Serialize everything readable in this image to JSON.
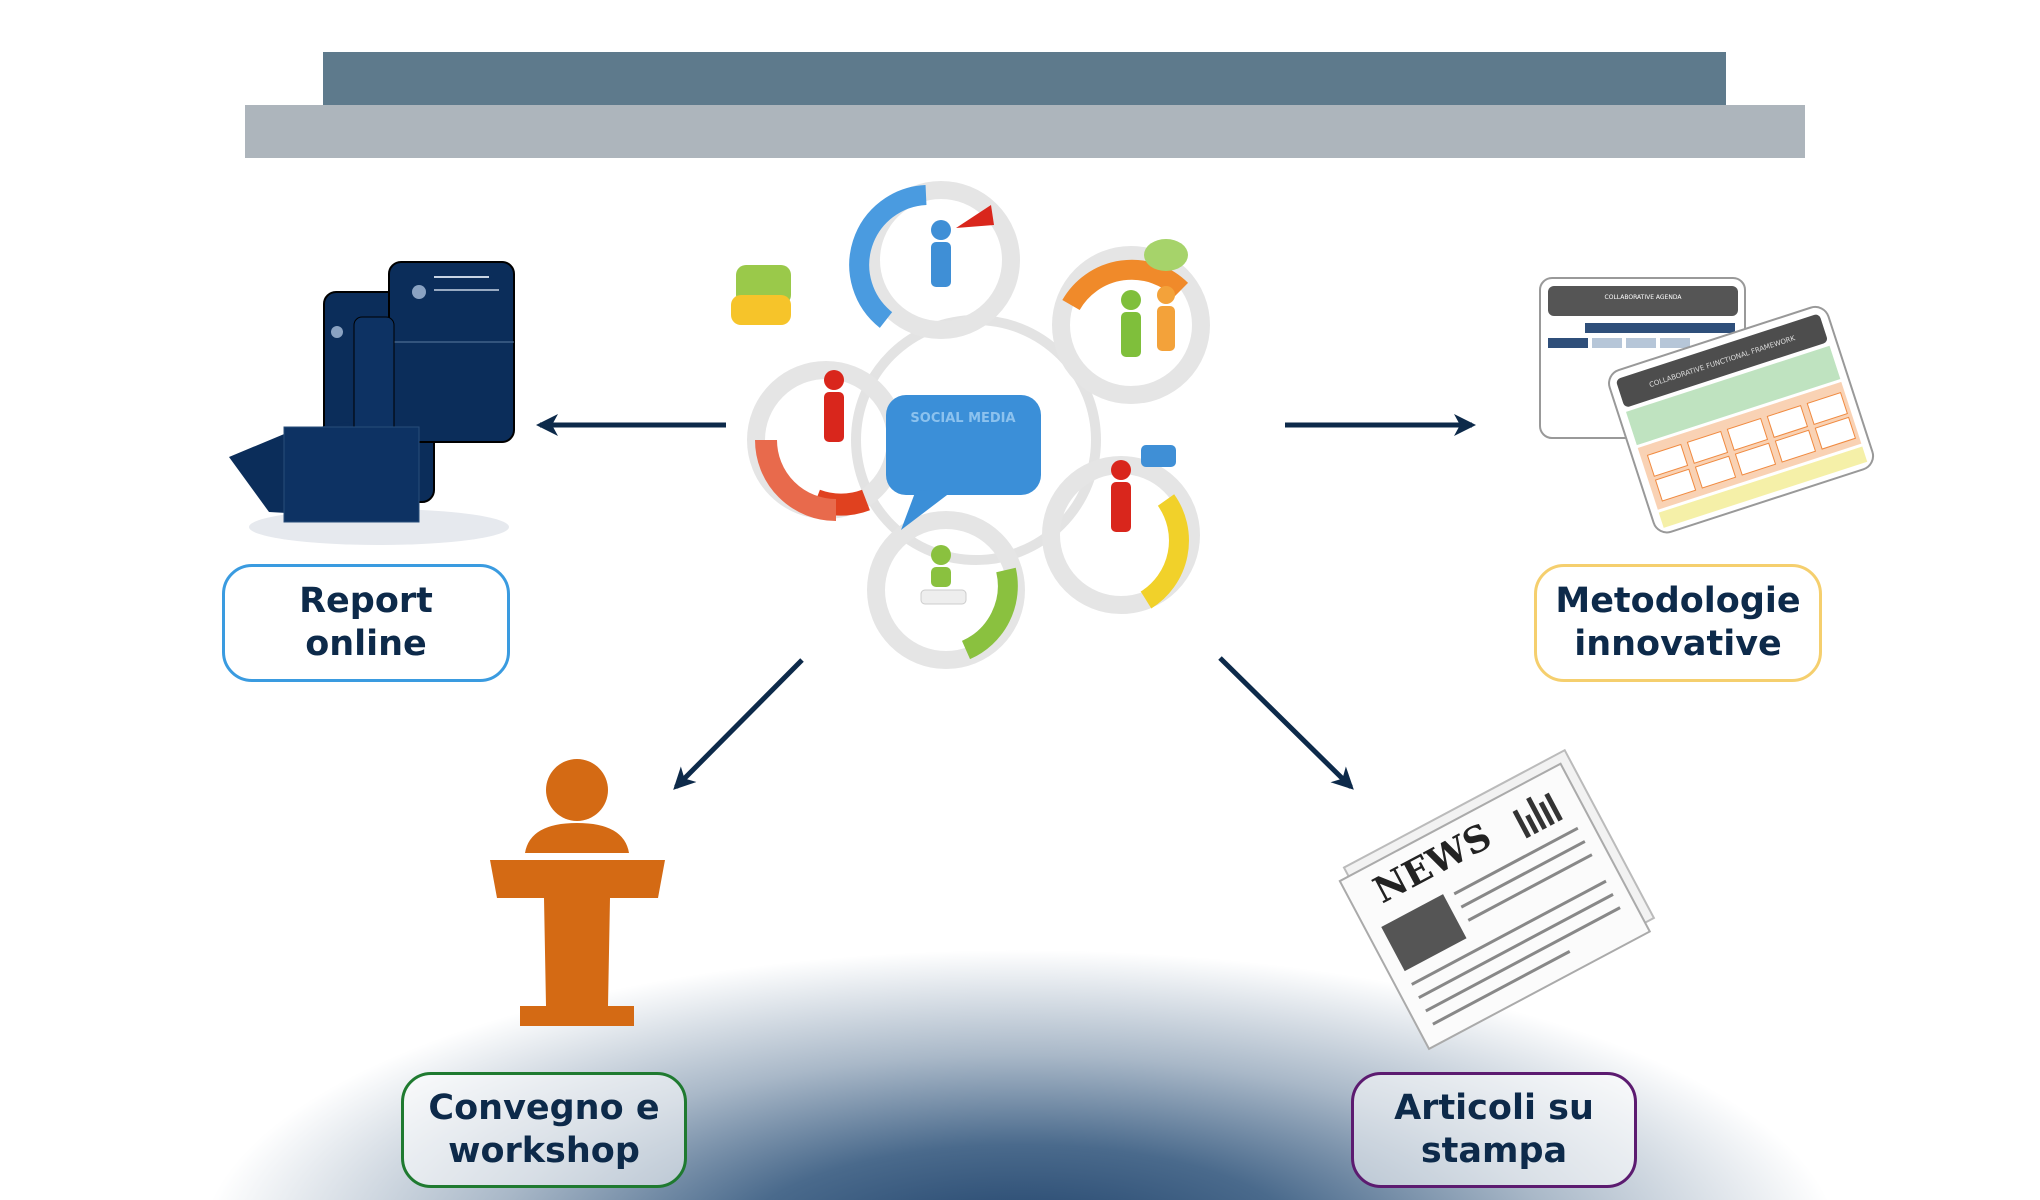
{
  "header": {
    "bar_colors": {
      "top": "#5e7a8c",
      "bottom": "#adb5bc"
    }
  },
  "center": {
    "image": "social-media-network-illustration",
    "image_text": "SOCIAL MEDIA"
  },
  "nodes": [
    {
      "id": "report",
      "line1": "Report",
      "line2": "online",
      "border": "#3a9be0",
      "icon": "report-documents"
    },
    {
      "id": "metodologie",
      "line1": "Metodologie",
      "line2": "innovative",
      "border": "#f5cf6e",
      "icon": "framework-diagrams",
      "image_text": [
        "COLLABORATIVE AGENDA",
        "COLLABORATIVE FUNCTIONAL FRAMEWORK"
      ]
    },
    {
      "id": "convegno",
      "line1": "Convegno e",
      "line2": "workshop",
      "border": "#1f7a30",
      "icon": "podium-speaker"
    },
    {
      "id": "articoli",
      "line1": "Articoli su",
      "line2": "stampa",
      "border": "#5c1b70",
      "icon": "newspaper",
      "image_text": "NEWS"
    }
  ],
  "colors": {
    "arrow": "#0d2a4a",
    "text": "#0d2a4a",
    "podium": "#d46a14",
    "report_cover": "#0b2d5a",
    "bottom_glow": "#1d3f68"
  }
}
